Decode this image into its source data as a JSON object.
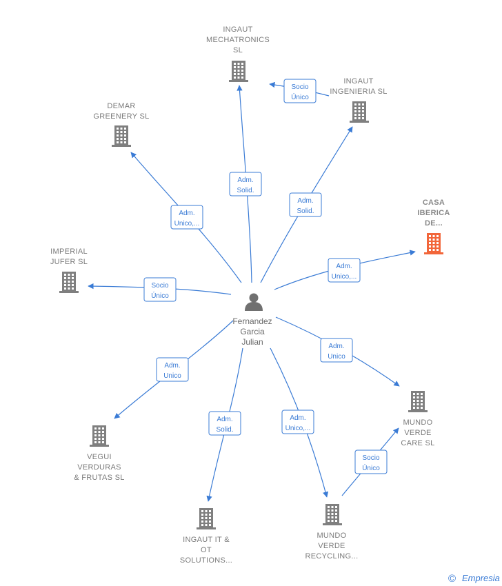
{
  "colors": {
    "edge": "#3a7bd5",
    "building": "#7f7f7f",
    "building_highlight": "#f2663a",
    "label": "#7a7a7a",
    "brand": "#3a7bd5"
  },
  "person": {
    "name_lines": [
      "Fernandez",
      "Garcia",
      "Julian"
    ],
    "icon": "person-icon"
  },
  "companies": [
    {
      "id": "ingaut-mechatronics",
      "lines": [
        "INGAUT",
        "MECHATRONICS",
        "SL"
      ],
      "icon": "building-icon",
      "highlight": false
    },
    {
      "id": "ingaut-ingenieria",
      "lines": [
        "INGAUT",
        "INGENIERIA SL"
      ],
      "icon": "building-icon",
      "highlight": false
    },
    {
      "id": "demar-greenery",
      "lines": [
        "DEMAR",
        "GREENERY  SL"
      ],
      "icon": "building-icon",
      "highlight": false
    },
    {
      "id": "casa-iberica",
      "lines": [
        "CASA",
        "IBERICA",
        "DE..."
      ],
      "icon": "building-icon",
      "highlight": true
    },
    {
      "id": "imperial-jufer",
      "lines": [
        "IMPERIAL",
        "JUFER  SL"
      ],
      "icon": "building-icon",
      "highlight": false
    },
    {
      "id": "mundo-verde-care",
      "lines": [
        "MUNDO",
        "VERDE",
        "CARE  SL"
      ],
      "icon": "building-icon",
      "highlight": false
    },
    {
      "id": "vegui-verduras",
      "lines": [
        "VEGUI",
        "VERDURAS",
        "& FRUTAS  SL"
      ],
      "icon": "building-icon",
      "highlight": false
    },
    {
      "id": "ingaut-it-ot",
      "lines": [
        "INGAUT IT &",
        "OT",
        "SOLUTIONS..."
      ],
      "icon": "building-icon",
      "highlight": false
    },
    {
      "id": "mundo-verde-recycling",
      "lines": [
        "MUNDO",
        "VERDE",
        "RECYCLING..."
      ],
      "icon": "building-icon",
      "highlight": false
    }
  ],
  "edges": [
    {
      "id": "e-mechatronics",
      "lines": [
        "Adm.",
        "Solid."
      ]
    },
    {
      "id": "e-ingenieria",
      "lines": [
        "Adm.",
        "Solid."
      ]
    },
    {
      "id": "e-demar",
      "lines": [
        "Adm.",
        "Unico,..."
      ]
    },
    {
      "id": "e-casa",
      "lines": [
        "Adm.",
        "Unico,..."
      ]
    },
    {
      "id": "e-imperial",
      "lines": [
        "Socio",
        "Único"
      ]
    },
    {
      "id": "e-care",
      "lines": [
        "Adm.",
        "Unico"
      ]
    },
    {
      "id": "e-vegui",
      "lines": [
        "Adm.",
        "Unico"
      ]
    },
    {
      "id": "e-itot",
      "lines": [
        "Adm.",
        "Solid."
      ]
    },
    {
      "id": "e-recycling",
      "lines": [
        "Adm.",
        "Unico,..."
      ]
    },
    {
      "id": "e-ingenieria-mechatronics",
      "lines": [
        "Socio",
        "Único"
      ]
    },
    {
      "id": "e-recycling-care",
      "lines": [
        "Socio",
        "Único"
      ]
    }
  ],
  "brand": {
    "copyright": "©",
    "name": "Empresia"
  }
}
